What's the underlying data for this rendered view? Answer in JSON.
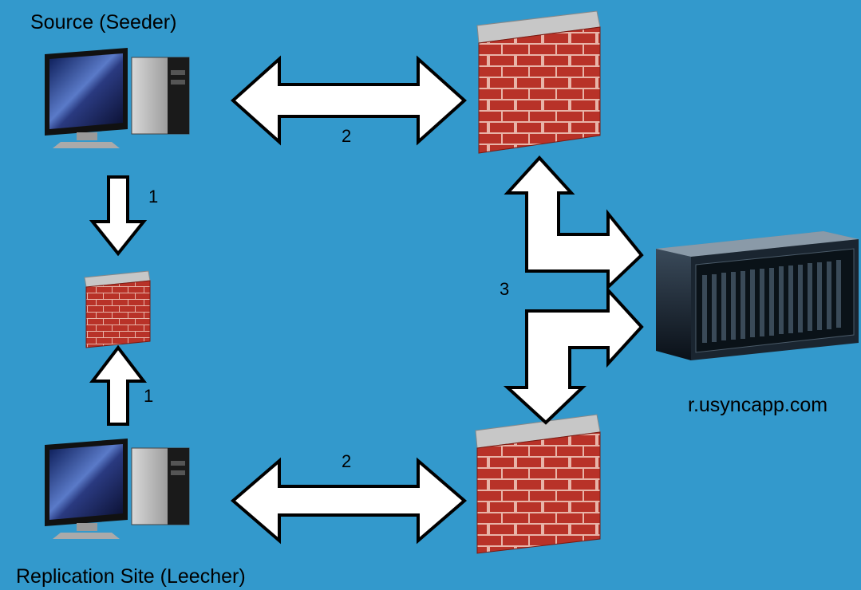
{
  "nodes": {
    "source": {
      "label": "Source (Seeder)"
    },
    "replication": {
      "label": "Replication Site (Leecher)"
    },
    "server": {
      "label": "r.usyncapp.com"
    }
  },
  "arrows": {
    "source_to_local_firewall": "1",
    "replication_to_local_firewall": "1",
    "source_to_top_firewall": "2",
    "replication_to_bottom_firewall": "2",
    "firewalls_to_server": "3"
  },
  "colors": {
    "background": "#3399cc",
    "arrow_fill": "#ffffff",
    "arrow_stroke": "#000000",
    "brick": "#b83228",
    "mortar": "#c7c7c7"
  },
  "icons": [
    "desktop-computer-icon",
    "firewall-icon",
    "server-icon"
  ]
}
